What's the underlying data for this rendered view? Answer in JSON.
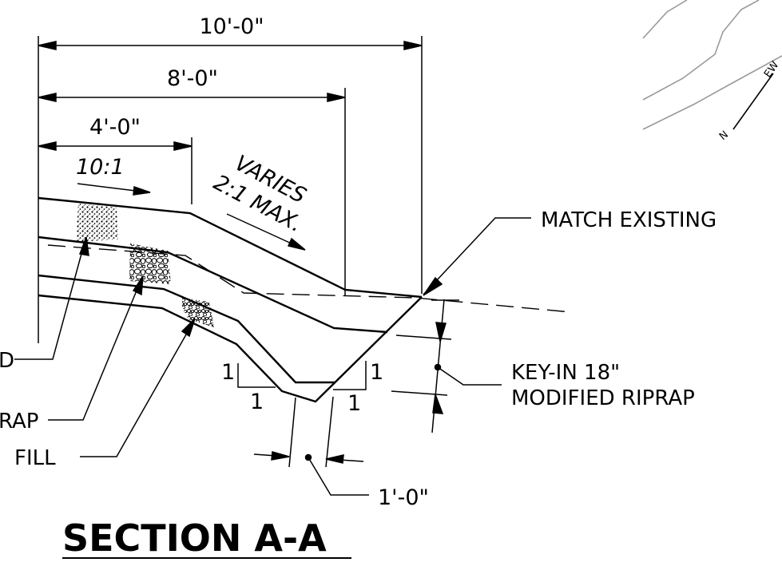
{
  "dimensions": {
    "overall": "10'-0\"",
    "middle": "8'-0\"",
    "short": "4'-0\"",
    "bottom_width": "1'-0\""
  },
  "slopes": {
    "flat_slope": "10:1",
    "side_slope_line1": "VARIES",
    "side_slope_line2": "2:1 MAX.",
    "left_rise": "1",
    "left_run": "1",
    "right_rise": "1",
    "right_run": "1"
  },
  "callouts": {
    "match_existing": "MATCH EXISTING",
    "key_in_line1": "KEY-IN 18\"",
    "key_in_line2": "MODIFIED RIPRAP",
    "left_label_1": "D",
    "left_label_2": "RAP",
    "left_label_3": "FILL"
  },
  "title": "SECTION A-A",
  "colors": {
    "ink": "#000000",
    "gray_linework": "#9a9a9a"
  }
}
